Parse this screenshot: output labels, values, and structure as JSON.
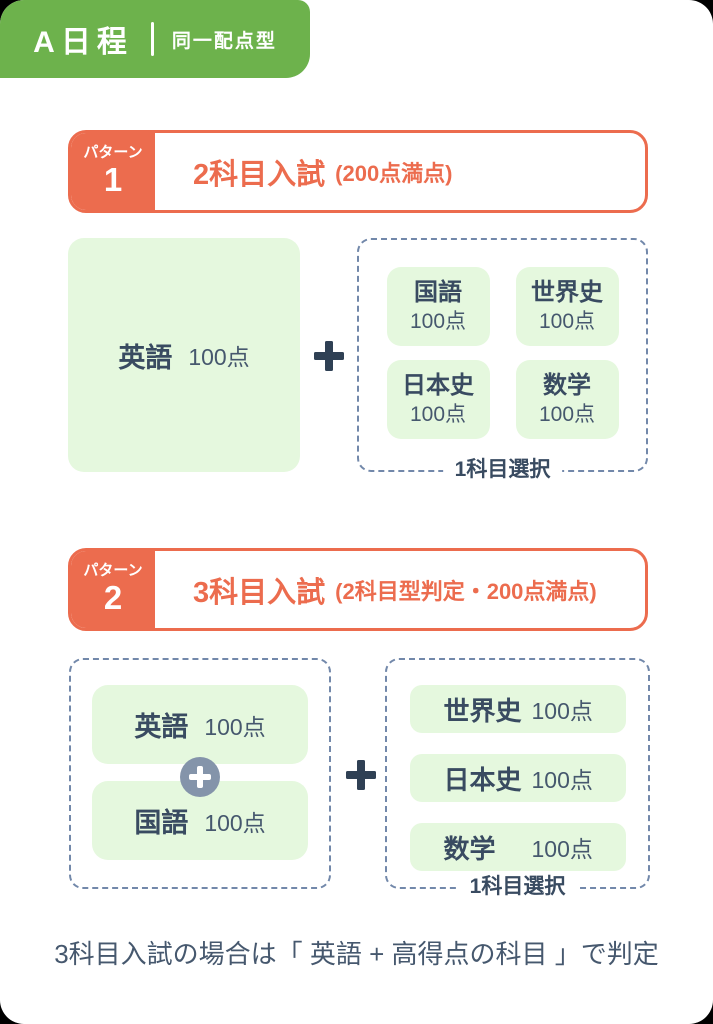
{
  "badge": {
    "title": "A日程",
    "subtitle": "同一配点型"
  },
  "colors": {
    "badge_green": "#6db24c",
    "accent_orange": "#ec6c4e",
    "subject_light_green": "#e5f8de",
    "text_navy": "#394b61",
    "dashed_border_blue": "#7288aa",
    "circle_plus_gray": "#8494aa"
  },
  "icons": {
    "plus": "+",
    "circle_plus": "+"
  },
  "patterns": [
    {
      "label": "パターン",
      "number": "1",
      "title": "2科目入試",
      "title_note": "(200点満点)",
      "fixed_subject": {
        "name": "英語",
        "points": "100点"
      },
      "choices": [
        {
          "name": "国語",
          "points": "100点"
        },
        {
          "name": "世界史",
          "points": "100点"
        },
        {
          "name": "日本史",
          "points": "100点"
        },
        {
          "name": "数学",
          "points": "100点"
        }
      ],
      "choice_label": "1科目選択"
    },
    {
      "label": "パターン",
      "number": "2",
      "title": "3科目入試",
      "title_note": "(2科目型判定・200点満点)",
      "fixed_subjects": [
        {
          "name": "英語",
          "points": "100点"
        },
        {
          "name": "国語",
          "points": "100点"
        }
      ],
      "choices": [
        {
          "name": "世界史",
          "points": "100点"
        },
        {
          "name": "日本史",
          "points": "100点"
        },
        {
          "name": "数学",
          "points": "100点"
        }
      ],
      "choice_label": "1科目選択"
    }
  ],
  "note": "3科目入試の場合は「 英語 + 高得点の科目 」で判定"
}
